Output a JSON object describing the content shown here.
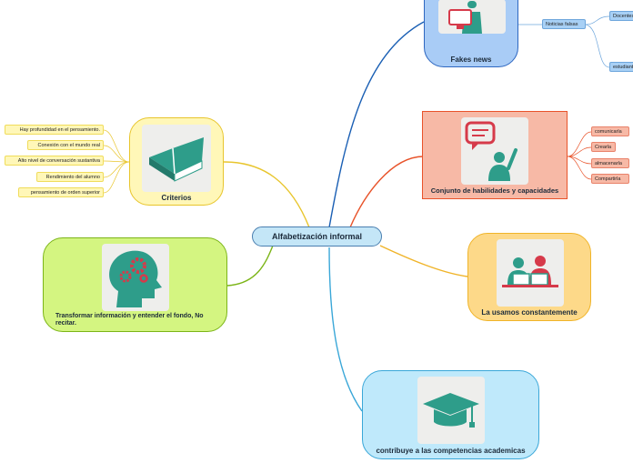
{
  "central": {
    "label": "Alfabetización informal"
  },
  "branches": {
    "fakes_news": {
      "label": "Fakes news",
      "icon": "computer-user-icon",
      "sub": {
        "label": "Noticias falsas",
        "children": [
          "Docentes",
          "estudiantes"
        ]
      }
    },
    "criterios": {
      "label": "Criterios",
      "icon": "open-book-icon",
      "items": [
        "Hay profundidad en el pensamiento.",
        "Conexión con el mundo real",
        "Alto nivel de conversación sustantiva",
        "Rendimiento del alumno",
        "pensamiento de orden superior"
      ]
    },
    "conjunto": {
      "label": "Conjunto de habilidades y capacidades",
      "icon": "speaking-person-icon",
      "items": [
        "comunicarla",
        "Crearla",
        "almacenarla",
        "Compartirla"
      ]
    },
    "transformar": {
      "label": "Transformar información  y entender el fondo, No recitar.",
      "icon": "head-gears-icon"
    },
    "usamos": {
      "label": "La usamos constantemente",
      "icon": "people-computers-icon"
    },
    "competencias": {
      "label": "contribuye a las competencias academicas",
      "icon": "graduation-cap-icon"
    }
  },
  "colors": {
    "blue_link": "#1a5fb4",
    "yellow_link": "#e8c52c",
    "red_link": "#e8532a",
    "orange_link": "#f0b429",
    "green_link": "#7cb518",
    "cyan_link": "#3aa7d8",
    "icon_teal": "#2e9d8a",
    "icon_red": "#d63a4a"
  }
}
